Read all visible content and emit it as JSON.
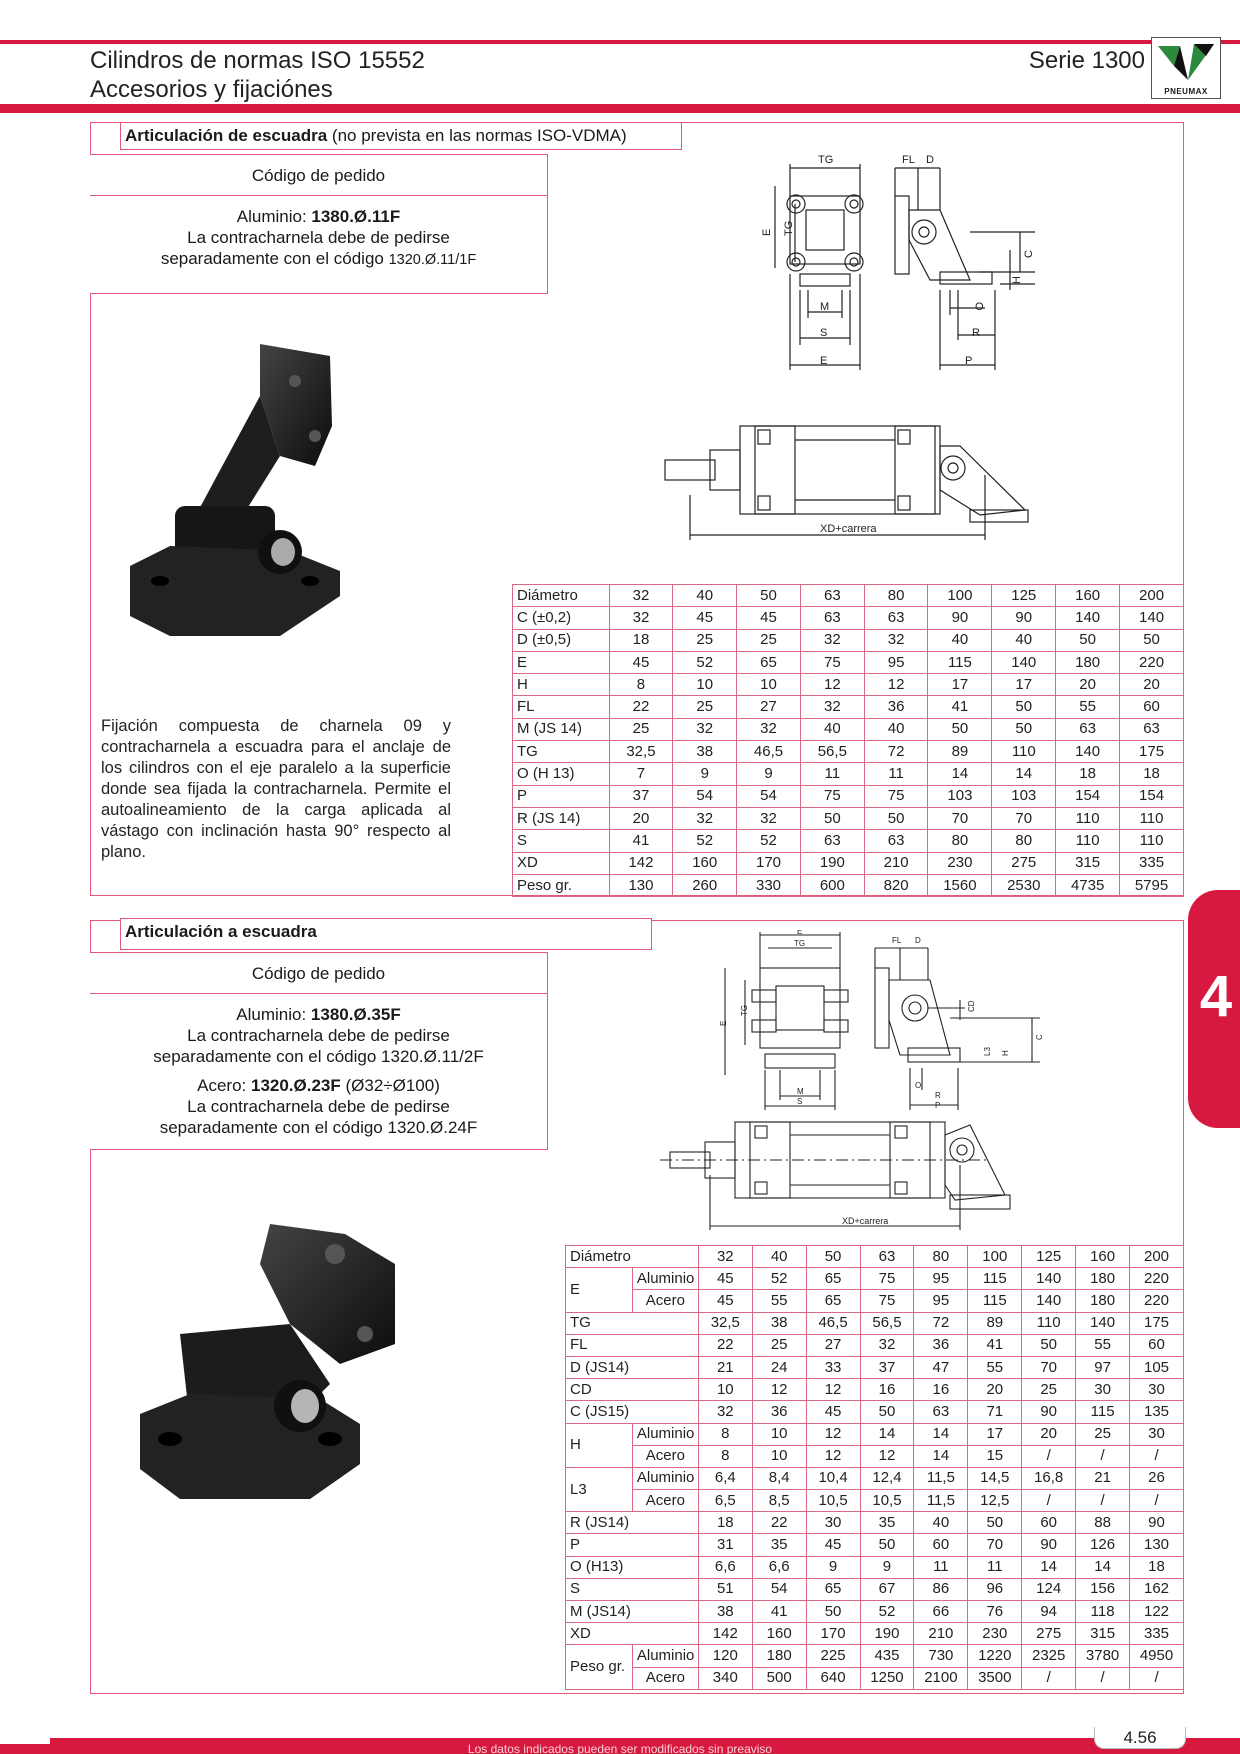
{
  "header": {
    "title_line1": "Cilindros de normas ISO 15552",
    "title_line2": "Accesorios y fijaciónes",
    "series": "Serie 1300",
    "logo_text": "PNEUMAX",
    "logo_icon": "pneumax-logo-icon",
    "accent_color": "#d7193f"
  },
  "section1": {
    "title_bold": "Articulación de escuadra",
    "title_rest": " (no prevista en las normas ISO-VDMA)",
    "order_heading": "Código de pedido",
    "material_label": "Aluminio: ",
    "material_code": "1380.Ø.11F",
    "note_line1": "La contracharnela debe de pedirse",
    "note_line2": "separadamente con el código ",
    "note_code": "1320.Ø.11/1F",
    "description": "Fijación compuesta de charnela 09 y contracharnela a escuadra para el anclaje de los cilindros con el eje paralelo a la superficie donde sea fijada la contracharnela. Permite el autoalineamiento de la carga aplicada al vástago con inclinación hasta 90° respecto al plano.",
    "drawing_labels": {
      "tg": "TG",
      "fl": "FL",
      "d": "D",
      "e": "E",
      "c": "C",
      "h": "H",
      "m": "M",
      "o": "O",
      "s": "S",
      "r": "R",
      "p": "P",
      "xd": "XD+carrera"
    },
    "table": [
      [
        "Diámetro",
        "32",
        "40",
        "50",
        "63",
        "80",
        "100",
        "125",
        "160",
        "200"
      ],
      [
        "C (±0,2)",
        "32",
        "45",
        "45",
        "63",
        "63",
        "90",
        "90",
        "140",
        "140"
      ],
      [
        "D (±0,5)",
        "18",
        "25",
        "25",
        "32",
        "32",
        "40",
        "40",
        "50",
        "50"
      ],
      [
        "E",
        "45",
        "52",
        "65",
        "75",
        "95",
        "115",
        "140",
        "180",
        "220"
      ],
      [
        "H",
        "8",
        "10",
        "10",
        "12",
        "12",
        "17",
        "17",
        "20",
        "20"
      ],
      [
        "FL",
        "22",
        "25",
        "27",
        "32",
        "36",
        "41",
        "50",
        "55",
        "60"
      ],
      [
        "M (JS 14)",
        "25",
        "32",
        "32",
        "40",
        "40",
        "50",
        "50",
        "63",
        "63"
      ],
      [
        "TG",
        "32,5",
        "38",
        "46,5",
        "56,5",
        "72",
        "89",
        "110",
        "140",
        "175"
      ],
      [
        "O (H 13)",
        "7",
        "9",
        "9",
        "11",
        "11",
        "14",
        "14",
        "18",
        "18"
      ],
      [
        "P",
        "37",
        "54",
        "54",
        "75",
        "75",
        "103",
        "103",
        "154",
        "154"
      ],
      [
        "R (JS 14)",
        "20",
        "32",
        "32",
        "50",
        "50",
        "70",
        "70",
        "110",
        "110"
      ],
      [
        "S",
        "41",
        "52",
        "52",
        "63",
        "63",
        "80",
        "80",
        "110",
        "110"
      ],
      [
        "XD",
        "142",
        "160",
        "170",
        "190",
        "210",
        "230",
        "275",
        "315",
        "335"
      ],
      [
        "Peso gr.",
        "130",
        "260",
        "330",
        "600",
        "820",
        "1560",
        "2530",
        "4735",
        "5795"
      ]
    ]
  },
  "section2": {
    "title_bold": "Articulación a escuadra",
    "order_heading": "Código de pedido",
    "alu_label": "Aluminio: ",
    "alu_code": "1380.Ø.35F",
    "alu_note1": "La contracharnela debe de pedirse",
    "alu_note2": "separadamente con el código 1320.Ø.11/2F",
    "steel_label": "Acero: ",
    "steel_code": "1320.Ø.23F",
    "steel_range": " (Ø32÷Ø100)",
    "steel_note1": "La contracharnela debe de pedirse",
    "steel_note2": "separadamente con el código 1320.Ø.24F",
    "drawing_labels": {
      "e": "E",
      "tg": "TG",
      "fl": "FL",
      "d": "D",
      "cd": "CD",
      "c": "C",
      "l3": "L3",
      "h": "H",
      "m": "M",
      "s": "S",
      "o": "O",
      "r": "R",
      "p": "P",
      "xd": "XD+carrera"
    },
    "table_header": [
      "Diámetro",
      "32",
      "40",
      "50",
      "63",
      "80",
      "100",
      "125",
      "160",
      "200"
    ],
    "sub_alu": "Aluminio",
    "sub_steel": "Acero",
    "rows": {
      "E_label": "E",
      "E_alu": [
        "45",
        "52",
        "65",
        "75",
        "95",
        "115",
        "140",
        "180",
        "220"
      ],
      "E_steel": [
        "45",
        "55",
        "65",
        "75",
        "95",
        "115",
        "140",
        "180",
        "220"
      ],
      "TG": [
        "TG",
        "32,5",
        "38",
        "46,5",
        "56,5",
        "72",
        "89",
        "110",
        "140",
        "175"
      ],
      "FL": [
        "FL",
        "22",
        "25",
        "27",
        "32",
        "36",
        "41",
        "50",
        "55",
        "60"
      ],
      "D": [
        "D (JS14)",
        "21",
        "24",
        "33",
        "37",
        "47",
        "55",
        "70",
        "97",
        "105"
      ],
      "CD": [
        "CD",
        "10",
        "12",
        "12",
        "16",
        "16",
        "20",
        "25",
        "30",
        "30"
      ],
      "C": [
        "C (JS15)",
        "32",
        "36",
        "45",
        "50",
        "63",
        "71",
        "90",
        "115",
        "135"
      ],
      "H_label": "H",
      "H_alu": [
        "8",
        "10",
        "12",
        "14",
        "14",
        "17",
        "20",
        "25",
        "30"
      ],
      "H_steel": [
        "8",
        "10",
        "12",
        "12",
        "14",
        "15",
        "/",
        "/",
        "/"
      ],
      "L3_label": "L3",
      "L3_alu": [
        "6,4",
        "8,4",
        "10,4",
        "12,4",
        "11,5",
        "14,5",
        "16,8",
        "21",
        "26"
      ],
      "L3_steel": [
        "6,5",
        "8,5",
        "10,5",
        "10,5",
        "11,5",
        "12,5",
        "/",
        "/",
        "/"
      ],
      "R": [
        "R (JS14)",
        "18",
        "22",
        "30",
        "35",
        "40",
        "50",
        "60",
        "88",
        "90"
      ],
      "P": [
        "P",
        "31",
        "35",
        "45",
        "50",
        "60",
        "70",
        "90",
        "126",
        "130"
      ],
      "O": [
        "O (H13)",
        "6,6",
        "6,6",
        "9",
        "9",
        "11",
        "11",
        "14",
        "14",
        "18"
      ],
      "S": [
        "S",
        "51",
        "54",
        "65",
        "67",
        "86",
        "96",
        "124",
        "156",
        "162"
      ],
      "M": [
        "M (JS14)",
        "38",
        "41",
        "50",
        "52",
        "66",
        "76",
        "94",
        "118",
        "122"
      ],
      "XD": [
        "XD",
        "142",
        "160",
        "170",
        "190",
        "210",
        "230",
        "275",
        "315",
        "335"
      ],
      "Peso_label": "Peso gr.",
      "Peso_alu": [
        "120",
        "180",
        "225",
        "435",
        "730",
        "1220",
        "2325",
        "3780",
        "4950"
      ],
      "Peso_steel": [
        "340",
        "500",
        "640",
        "1250",
        "2100",
        "3500",
        "/",
        "/",
        "/"
      ]
    }
  },
  "side_tab": "4",
  "footer": {
    "disclaimer": "Los datos indicados pueden ser modificados sin preaviso",
    "page_number": "4.56"
  }
}
